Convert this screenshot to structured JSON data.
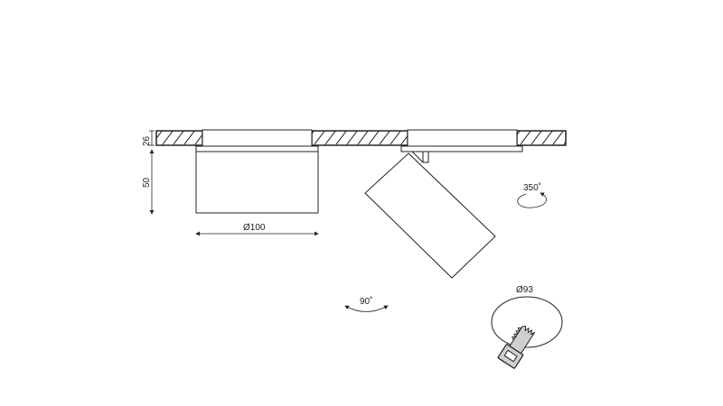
{
  "dimensions": {
    "ceiling_thickness": "26",
    "body_height": "50",
    "body_diameter": "Ø100",
    "cutout_diameter": "Ø93",
    "rotation_angle": "350˚",
    "tilt_angle": "90˚"
  },
  "colors": {
    "line": "#222222",
    "background": "#ffffff",
    "saw_fill": "#cfcfcf"
  },
  "icons": {
    "tool": "hole-saw-icon"
  }
}
